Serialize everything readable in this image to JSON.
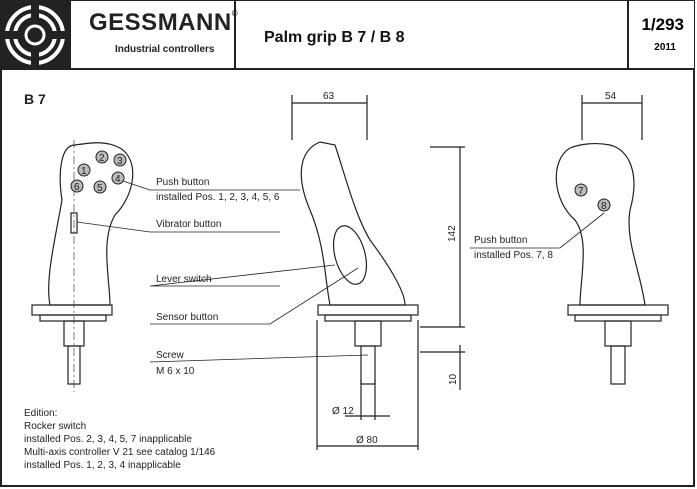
{
  "header": {
    "brand": "GESSMANN",
    "registered": "®",
    "subtitle": "Industrial controllers",
    "title": "Palm grip B 7 / B 8",
    "catalog_no": "1/293",
    "year": "2011"
  },
  "section_label": "B 7",
  "dimensions": {
    "width_front": "63",
    "width_side": "54",
    "height": "142",
    "shaft": "10",
    "dia_small": "Ø 12",
    "dia_large": "Ø 80"
  },
  "callouts": {
    "push_button_1": "Push button",
    "push_button_1_pos": "installed Pos. 1, 2, 3, 4, 5, 6",
    "vibrator": "Vibrator button",
    "lever": "Lever switch",
    "sensor": "Sensor button",
    "screw": "Screw",
    "screw_size": "M 6 x 10",
    "push_button_2": "Push button",
    "push_button_2_pos": "installed Pos. 7, 8"
  },
  "button_numbers": [
    "1",
    "2",
    "3",
    "4",
    "5",
    "6",
    "7",
    "8"
  ],
  "edition": {
    "heading": "Edition:",
    "lines": [
      "Rocker switch",
      "installed Pos. 2, 3, 4, 5, 7 inapplicable",
      "Multi-axis controller V 21 see catalog 1/146",
      "installed Pos. 1, 2, 3, 4 inapplicable"
    ]
  }
}
